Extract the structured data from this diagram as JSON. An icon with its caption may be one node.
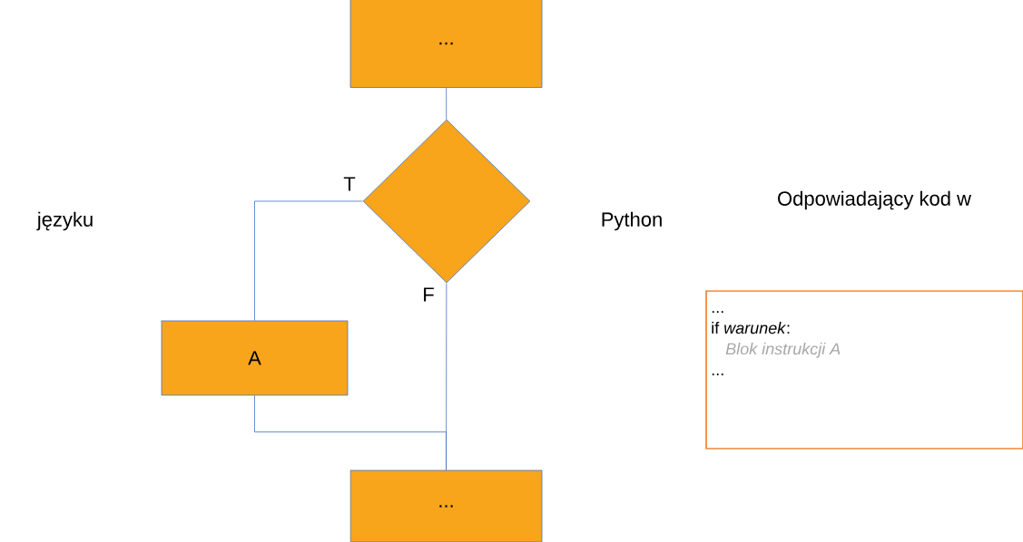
{
  "diagram": {
    "nodes": [
      {
        "text": [
          "..."
        ]
      },
      {
        "text": [],
        "shape": "diamond"
      },
      {
        "text": [
          "A"
        ]
      },
      {
        "text": [
          "..."
        ]
      },
      {
        "text": [
          "...",
          "if *warunek*:",
          "Blok instrukcji A",
          "..."
        ]
      }
    ],
    "edges": [
      {
        "from": 0,
        "to": 1,
        "arrow": "none"
      },
      {
        "from": 1,
        "to": 2,
        "arrow": "none",
        "label": "T"
      },
      {
        "from": 1,
        "to": 3,
        "arrow": "none",
        "label": "F"
      },
      {
        "from": 2,
        "to": 3,
        "arrow": "none"
      }
    ],
    "labels": [
      "Odpowiadający kod w",
      "języku",
      "Python"
    ]
  }
}
